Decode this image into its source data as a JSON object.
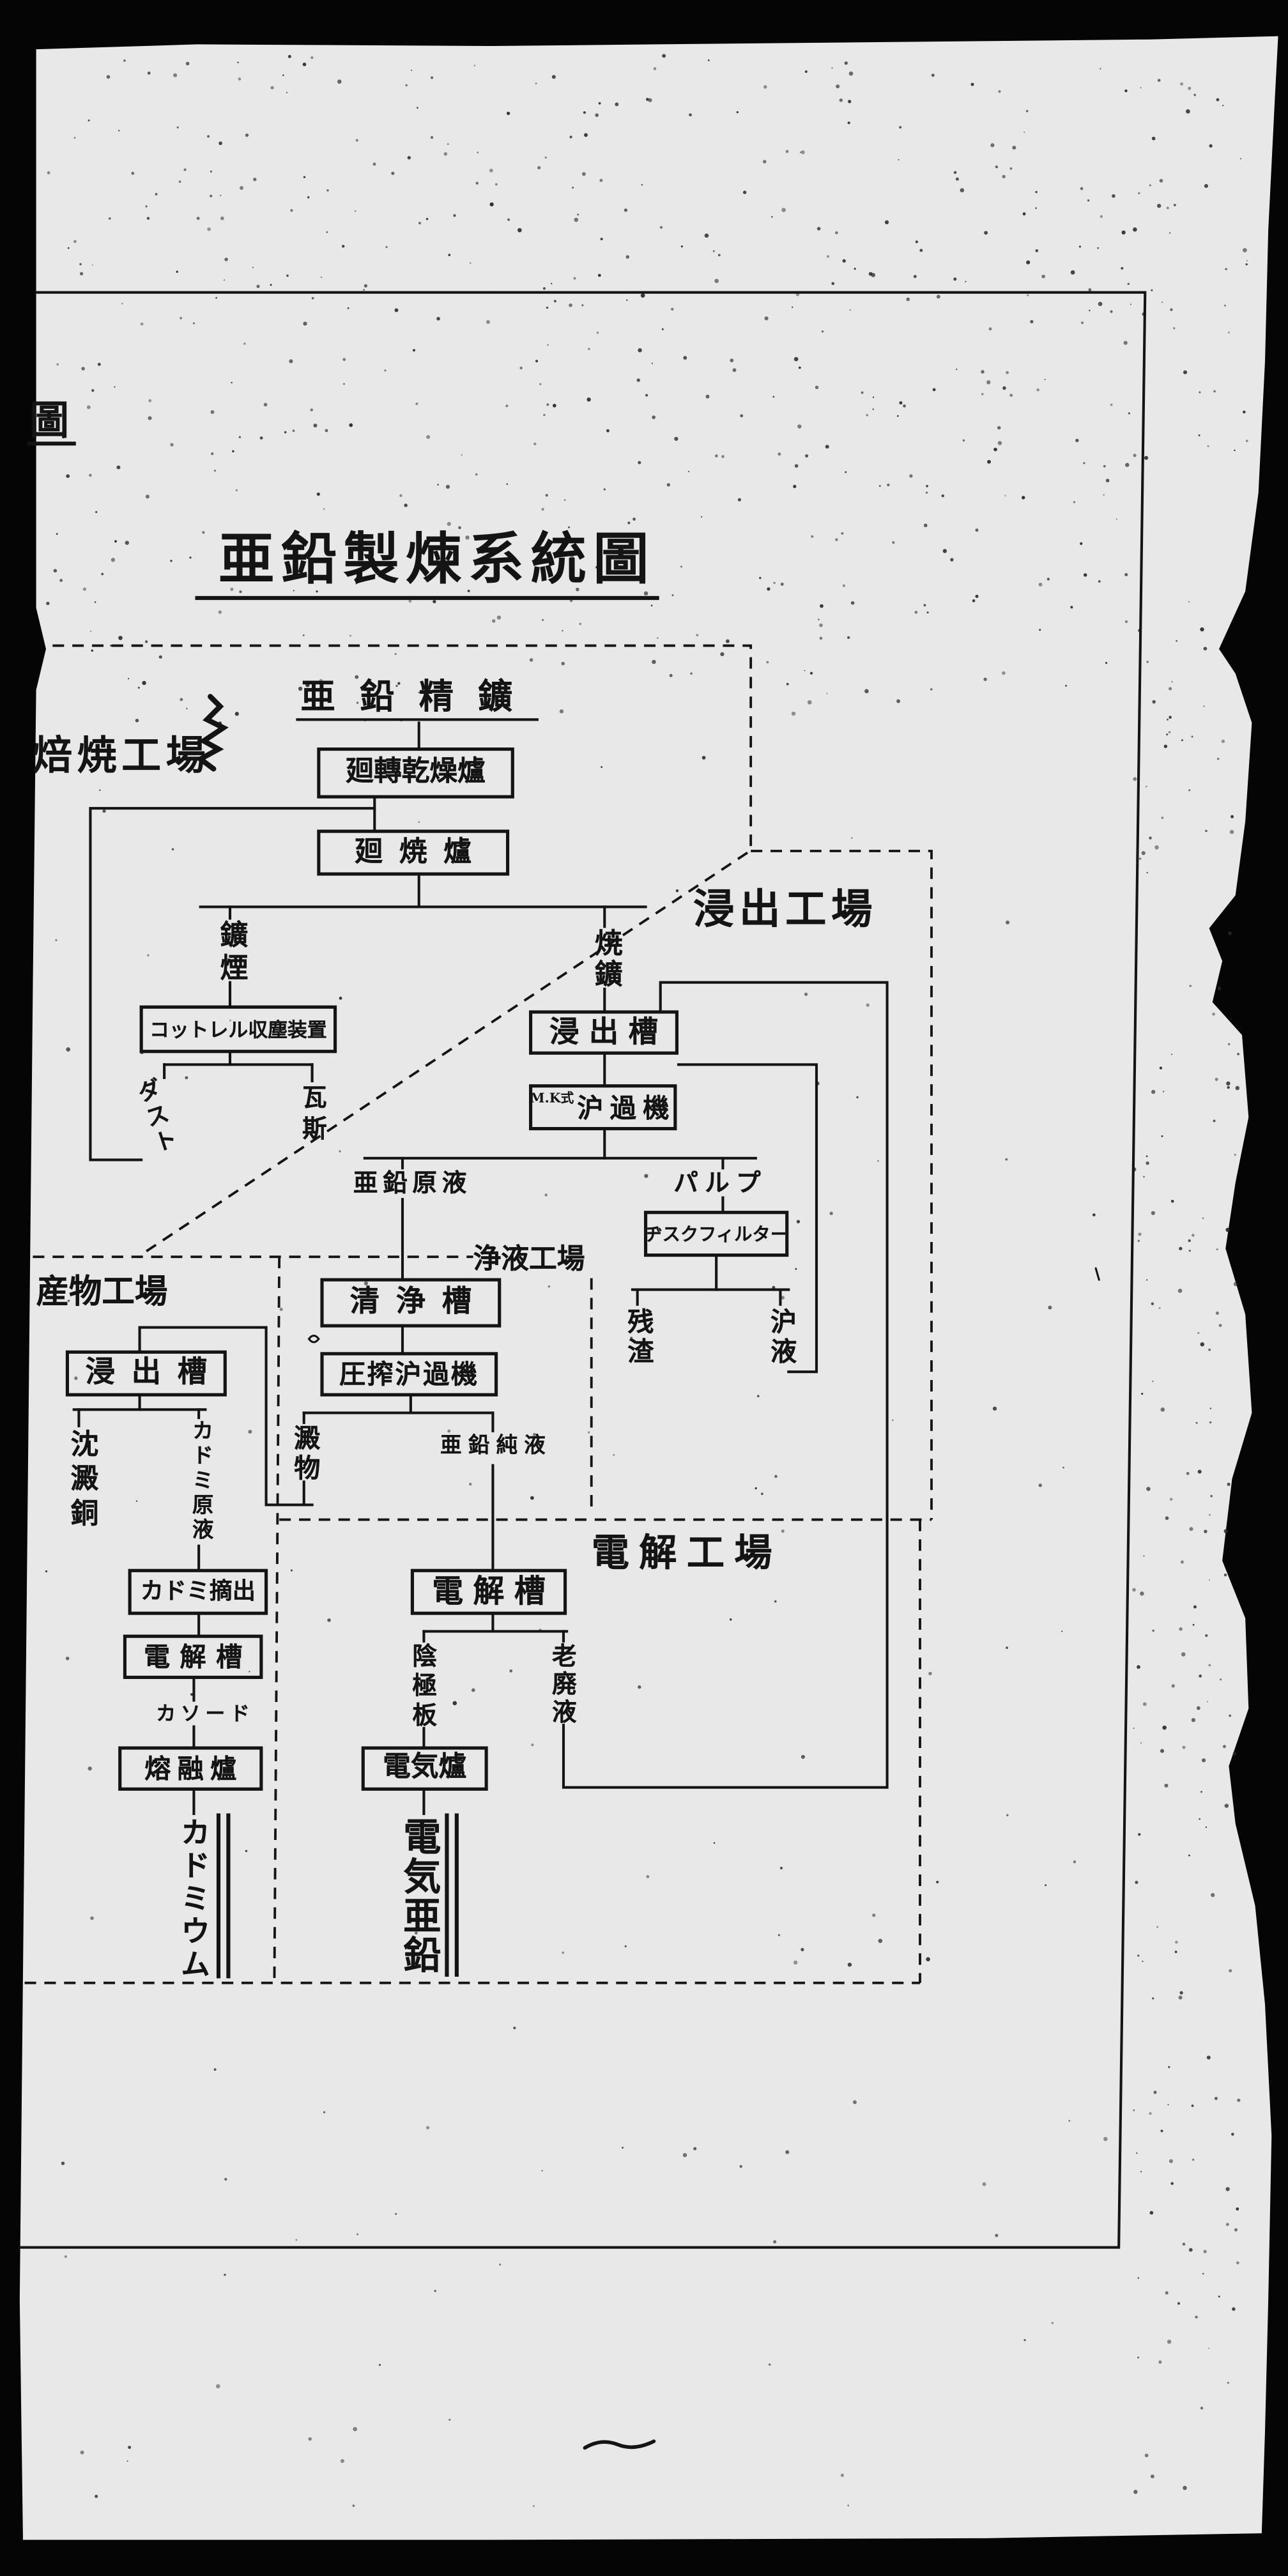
{
  "colors": {
    "paper": "#e8e8e8",
    "ink": "#141414",
    "scan_border": "#050505"
  },
  "corner_fragment": "圖",
  "title": "亜鉛製煉系統圖",
  "plants": {
    "roasting": "焙焼工場",
    "leaching": "浸出工場",
    "purification": "浄液工場",
    "byproduct": "産物工場",
    "electrolysis": "電解工場"
  },
  "roasting": {
    "concentrate": "亜鉛精鑛",
    "rotary_dryer": "廻轉乾燥爐",
    "roasting_furnace": "廻焼爐",
    "fume": "鑛煙",
    "cottrell": "コットレル収塵装置",
    "dust": "ダスト",
    "gas": "瓦斯",
    "calcine": "焼鑛"
  },
  "leaching": {
    "leach_tank": "浸出槽",
    "mk_prefix": "M.K式",
    "mk_filter": "沪過機",
    "crude_solution": "亜鉛原液",
    "pulp": "パルプ",
    "disc_filter": "ヂスクフィルター",
    "residue": "残渣",
    "filtrate": "沪液"
  },
  "purification": {
    "purifying_tank": "清浄槽",
    "filter_press": "圧搾沪過機",
    "precipitate": "澱物",
    "pure_solution": "亜鉛純液"
  },
  "electrolysis": {
    "cell": "電解槽",
    "cathode_sheet": "陰極板",
    "spent_electrolyte": "老廃液",
    "electric_furnace": "電気爐",
    "product": "電気亜鉛"
  },
  "byproduct": {
    "leach_tank": "浸出槽",
    "copper_precipitate": "沈澱銅",
    "cadmium_solution": "カドミ原液",
    "cadmium_extraction": "カドミ摘出",
    "cell": "電解槽",
    "cathode": "カソード",
    "melting_furnace": "熔融爐",
    "product": "カドミウム"
  }
}
